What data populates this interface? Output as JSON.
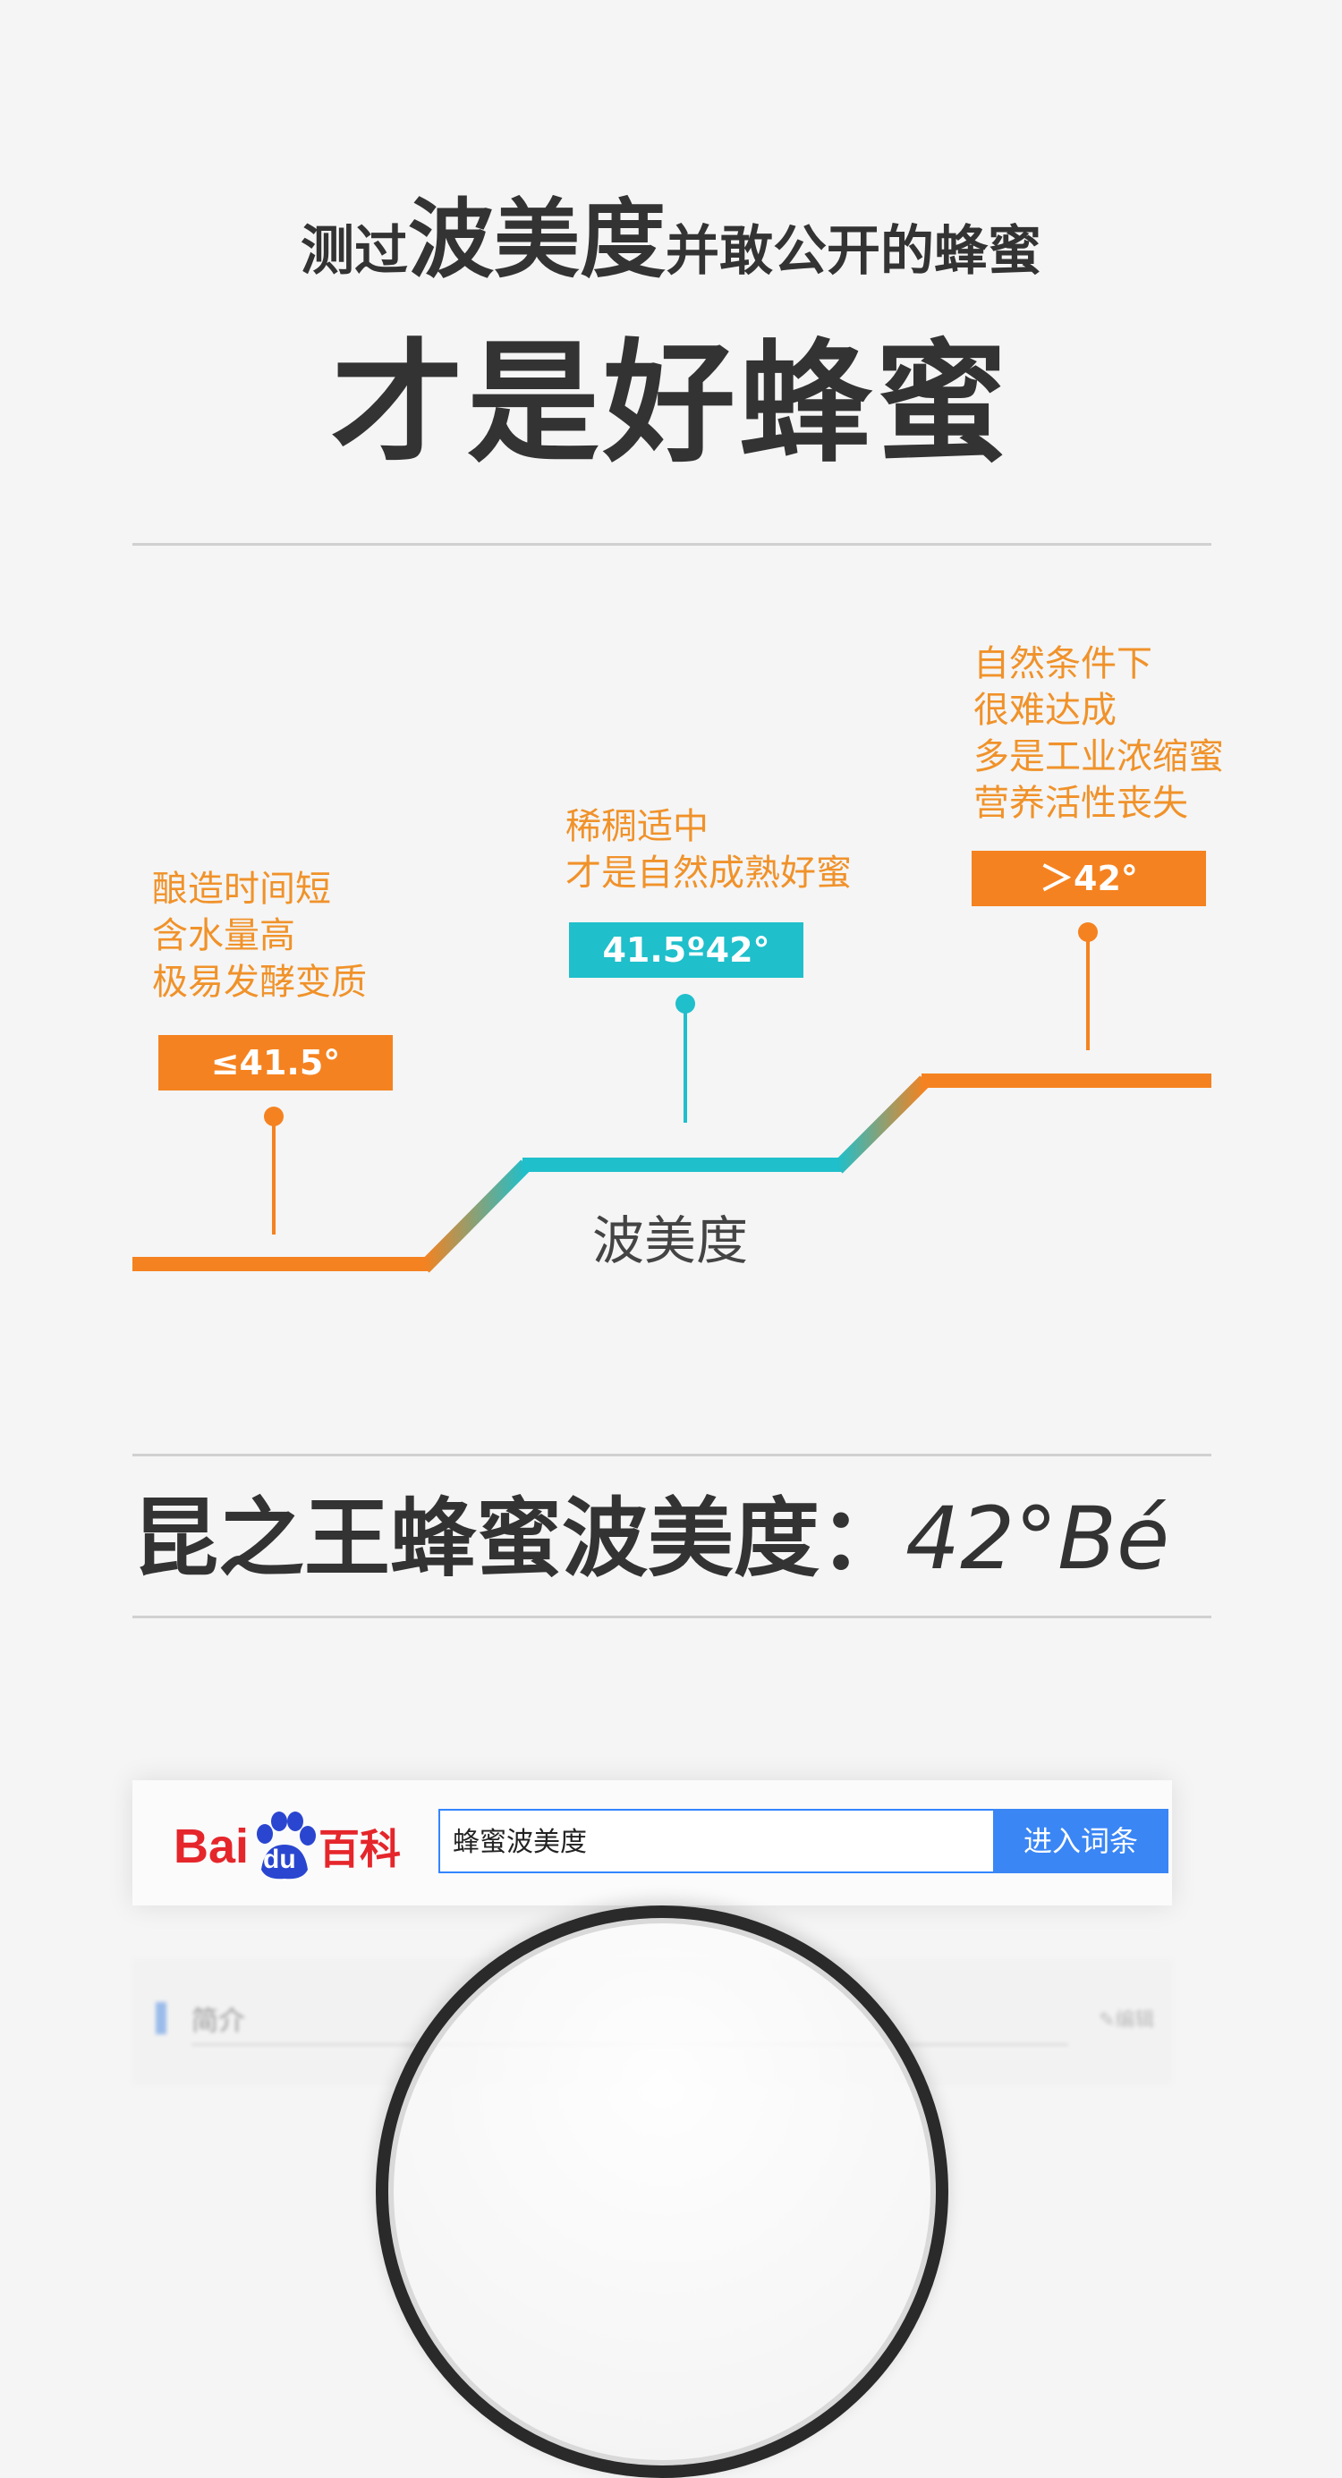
{
  "title": {
    "line1_pre": "测过",
    "line1_big": "波美度",
    "line1_post": "并敢公开的蜂蜜",
    "line2": "才是好蜂蜜"
  },
  "chart": {
    "axis_label": "波美度",
    "segments": [
      {
        "range": "≤41.5°",
        "box_color": "#f58220",
        "notes": [
          "酿造时间短",
          "含水量高",
          "极易发酵变质"
        ]
      },
      {
        "range": "41.5º42°",
        "box_color": "#1fbfcb",
        "notes": [
          "稀稠适中",
          "才是自然成熟好蜜"
        ]
      },
      {
        "range": "＞42°",
        "box_color": "#f58220",
        "notes": [
          "自然条件下",
          "很难达成",
          "多是工业浓缩蜜",
          "营养活性丧失"
        ]
      }
    ],
    "colors": {
      "orange": "#f58220",
      "cyan": "#1fbfcb",
      "note_orange": "#f0922a"
    }
  },
  "headline": {
    "label": "昆之王蜂蜜波美度：",
    "value": "42°Bé"
  },
  "baidu": {
    "logo_left": "Bai",
    "logo_right": "du",
    "logo_suffix": "百科",
    "search_value": "蜂蜜波美度",
    "button_label": "进入词条",
    "section_label": "简介",
    "edit_label": "✎编辑"
  }
}
